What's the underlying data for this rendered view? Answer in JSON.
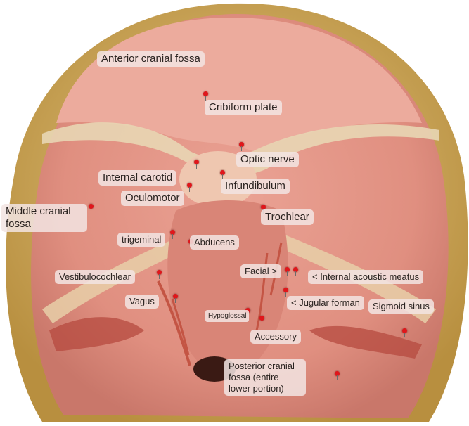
{
  "labels": {
    "anterior_cranial_fossa": "Anterior cranial fossa",
    "cribiform_plate": "Cribiform plate",
    "optic_nerve": "Optic nerve",
    "internal_carotid": "Internal carotid",
    "infundibulum": "Infundibulum",
    "oculomotor": "Oculomotor",
    "middle_cranial_fossa": "Middle cranial fossa",
    "trochlear": "Trochlear",
    "trigeminal": "trigeminal",
    "abducens": "Abducens",
    "facial": "Facial >",
    "internal_acoustic_meatus": "< Internal acoustic meatus",
    "vestibulocochlear": "Vestibulocochlear",
    "vagus": "Vagus",
    "jugular_foramen": "< Jugular forman",
    "sigmoid_sinus": "Sigmoid sinus",
    "hypoglossal": "Hypoglossal",
    "accessory": "Accessory",
    "posterior_cranial_fossa": "Posterior cranial fossa (entire lower portion)"
  },
  "colors": {
    "bone": "#d9b96a",
    "dura": "#e79a8a",
    "pin": "#e0161b",
    "label_bg": "#f2e4e2"
  }
}
